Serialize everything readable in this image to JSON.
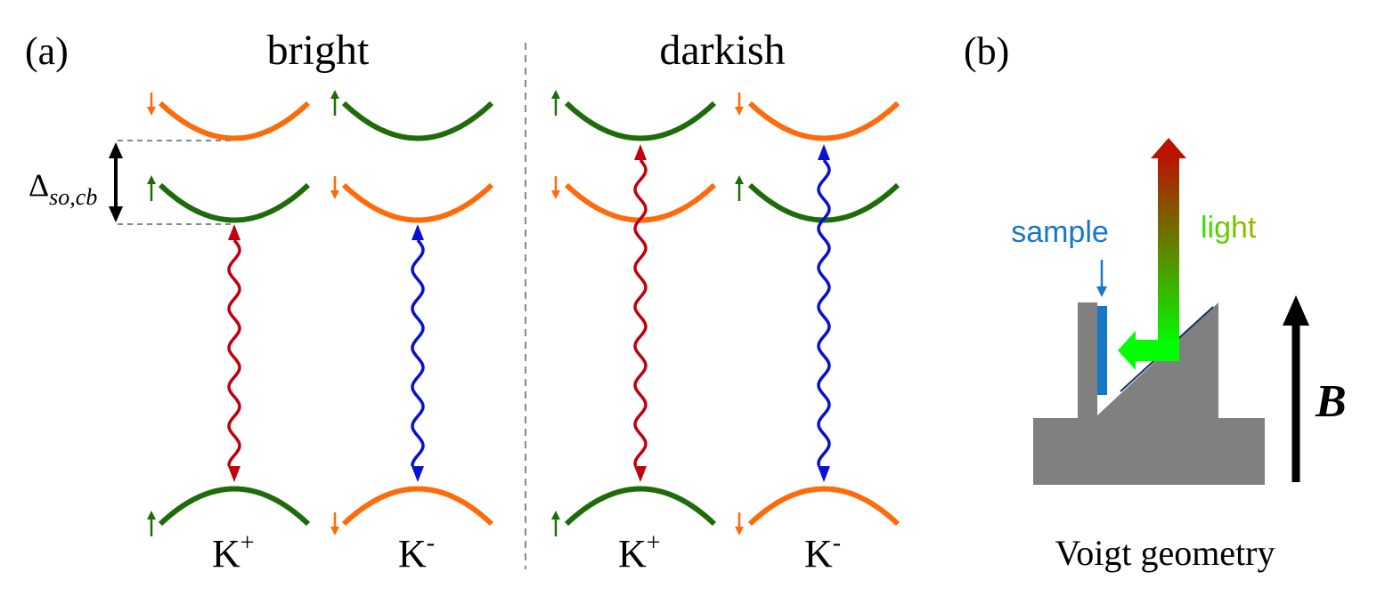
{
  "panel_a": {
    "label": "(a)",
    "bright_title": "bright",
    "darkish_title": "darkish",
    "delta_symbol": "Δ",
    "delta_subscript": "so,cb",
    "valley_labels": [
      {
        "base": "K",
        "sup": "+"
      },
      {
        "base": "K",
        "sup": "-"
      },
      {
        "base": "K",
        "sup": "+"
      },
      {
        "base": "K",
        "sup": "-"
      }
    ]
  },
  "panel_b": {
    "label": "(b)",
    "sample_label": "sample",
    "light_label": "light",
    "field_label": "B",
    "caption": "Voigt geometry"
  },
  "colors": {
    "spin_up_band": "#1e6b0a",
    "spin_down_band": "#ff6a0a",
    "k_plus_transition": "#c0000c",
    "k_minus_transition": "#0a10d0",
    "sample": "#1878c8",
    "mount": "#808080",
    "light_gradient_start": "#00ff00",
    "light_gradient_end": "#b81400",
    "light_text_start": "#00e000",
    "light_text_end": "#b07a00",
    "divider": "#888888"
  }
}
